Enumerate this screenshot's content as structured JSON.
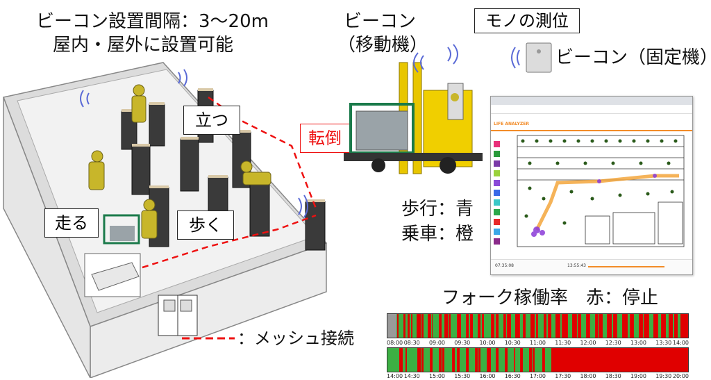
{
  "warehouse": {
    "beacon_interval": "ビーコン設置間隔：3〜20m",
    "install_location": "屋内・屋外に設置可能",
    "label_stand": "立つ",
    "label_fall": "転倒",
    "label_run": "走る",
    "label_walk": "歩く",
    "mesh_legend": "：メッシュ接続"
  },
  "forklift": {
    "title_line1": "ビーコン",
    "title_line2": "（移動機）"
  },
  "positioning": {
    "title": "モノの測位",
    "fixed_beacon": "ビーコン（固定機）",
    "walk_legend": "歩行：青",
    "ride_legend": "乗車：橙"
  },
  "app_screenshot": {
    "logo": "LIFE ANALYZER",
    "time_start": "07:35:08",
    "time_end": "13:55:43"
  },
  "utilization": {
    "title": "フォーク稼働率　赤：停止",
    "colors": {
      "stop": "#e00000",
      "run": "#3cb043",
      "nodata": "#9a9a9a"
    },
    "row1_ticks": [
      "08:00",
      "08:30",
      "09:00",
      "09:30",
      "10:00",
      "10:30",
      "11:00",
      "11:30",
      "12:00",
      "12:30",
      "13:00",
      "13:30",
      "14:00"
    ],
    "row2_ticks": [
      "14:00",
      "14:30",
      "15:00",
      "15:30",
      "16:00",
      "16:30",
      "17:00",
      "17:30",
      "18:00",
      "18:30",
      "19:00",
      "19:30",
      "20:00"
    ],
    "row1_green": [
      [
        0.03,
        0.033
      ],
      [
        0.036,
        0.052
      ],
      [
        0.06,
        0.066
      ],
      [
        0.075,
        0.078
      ],
      [
        0.082,
        0.098
      ],
      [
        0.11,
        0.113
      ],
      [
        0.12,
        0.135
      ],
      [
        0.145,
        0.148
      ],
      [
        0.15,
        0.172
      ],
      [
        0.18,
        0.19
      ],
      [
        0.2,
        0.203
      ],
      [
        0.21,
        0.232
      ],
      [
        0.245,
        0.26
      ],
      [
        0.27,
        0.275
      ],
      [
        0.285,
        0.3
      ],
      [
        0.31,
        0.313
      ],
      [
        0.32,
        0.345
      ],
      [
        0.355,
        0.36
      ],
      [
        0.37,
        0.385
      ],
      [
        0.395,
        0.398
      ],
      [
        0.41,
        0.425
      ],
      [
        0.44,
        0.45
      ],
      [
        0.46,
        0.475
      ],
      [
        0.49,
        0.495
      ],
      [
        0.5,
        0.52
      ],
      [
        0.53,
        0.533
      ],
      [
        0.545,
        0.56
      ],
      [
        0.575,
        0.58
      ],
      [
        0.6,
        0.615
      ],
      [
        0.63,
        0.633
      ],
      [
        0.645,
        0.66
      ],
      [
        0.675,
        0.69
      ],
      [
        0.7,
        0.703
      ],
      [
        0.715,
        0.73
      ],
      [
        0.745,
        0.75
      ],
      [
        0.765,
        0.78
      ],
      [
        0.8,
        0.805
      ],
      [
        0.82,
        0.835
      ],
      [
        0.85,
        0.853
      ],
      [
        0.87,
        0.885
      ],
      [
        0.9,
        0.91
      ],
      [
        0.925,
        0.935
      ],
      [
        0.95,
        0.953
      ],
      [
        0.965,
        0.975
      ]
    ],
    "row2_green": [
      [
        0.0,
        0.04
      ],
      [
        0.05,
        0.06
      ],
      [
        0.065,
        0.1
      ],
      [
        0.11,
        0.113
      ],
      [
        0.12,
        0.14
      ],
      [
        0.15,
        0.17
      ],
      [
        0.18,
        0.183
      ],
      [
        0.19,
        0.215
      ],
      [
        0.225,
        0.23
      ],
      [
        0.24,
        0.26
      ],
      [
        0.27,
        0.29
      ],
      [
        0.3,
        0.303
      ],
      [
        0.31,
        0.33
      ],
      [
        0.345,
        0.36
      ],
      [
        0.37,
        0.39
      ],
      [
        0.4,
        0.42
      ],
      [
        0.425,
        0.44
      ],
      [
        0.45,
        0.47
      ],
      [
        0.48,
        0.483
      ],
      [
        0.49,
        0.515
      ],
      [
        0.525,
        0.545
      ]
    ]
  }
}
